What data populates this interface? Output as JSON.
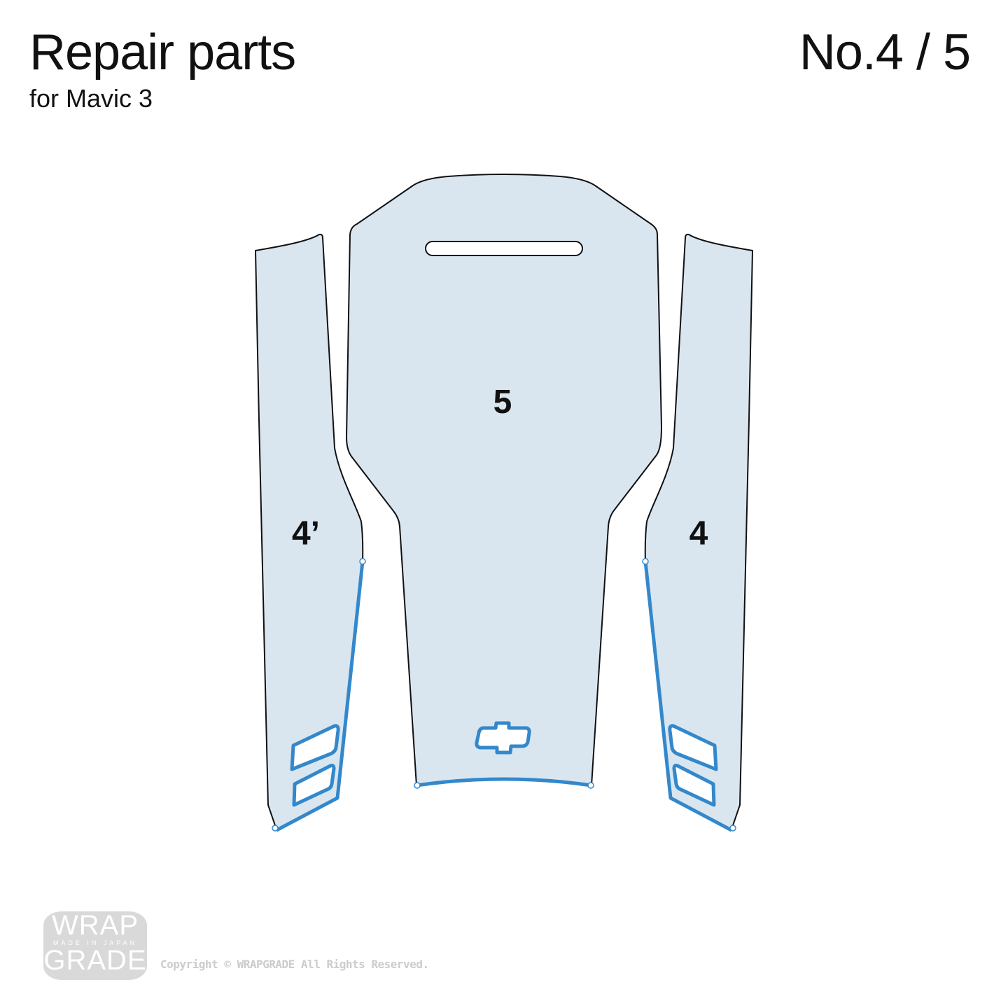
{
  "header": {
    "title": "Repair parts",
    "subtitle": "for Mavic 3",
    "page_number": "No.4 / 5"
  },
  "parts": [
    {
      "label": "4’"
    },
    {
      "label": "5"
    },
    {
      "label": "4"
    }
  ],
  "colors": {
    "part_fill": "#dae6ef",
    "cut_line": "#3388cc",
    "outline": "#111111"
  },
  "footer": {
    "logo": {
      "line1": "WRAP",
      "line2": "MADE IN JAPAN",
      "line3": "GRADE"
    },
    "copyright": "Copyright © WRAPGRADE All Rights Reserved."
  }
}
